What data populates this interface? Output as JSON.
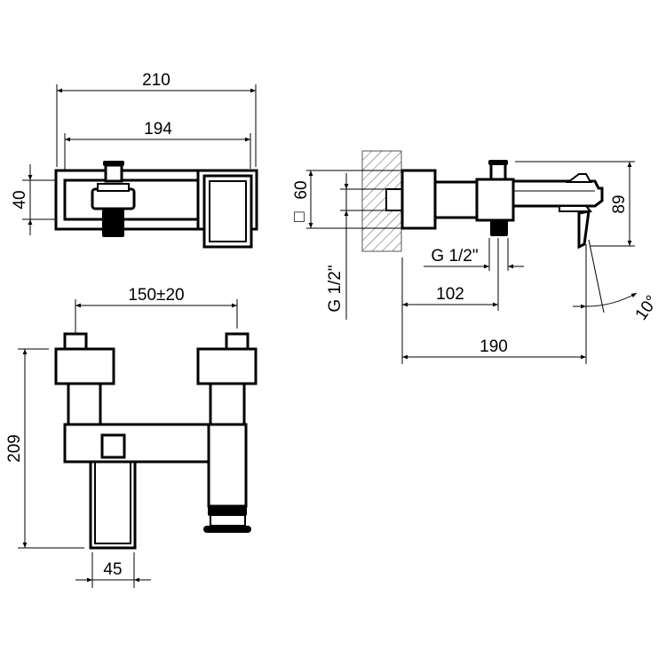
{
  "top_view": {
    "overall_width": "210",
    "body_width": "194",
    "height": "40"
  },
  "front_view": {
    "centers": "150±20",
    "height": "209",
    "spout_width": "45"
  },
  "side_view": {
    "rosette": "60",
    "rosette_symbol": "□",
    "inlet_thread": "G 1/2\"",
    "outlet_thread": "G 1/2\"",
    "outlet_offset": "102",
    "projection": "190",
    "total_height": "89",
    "lever_angle": "10°"
  }
}
